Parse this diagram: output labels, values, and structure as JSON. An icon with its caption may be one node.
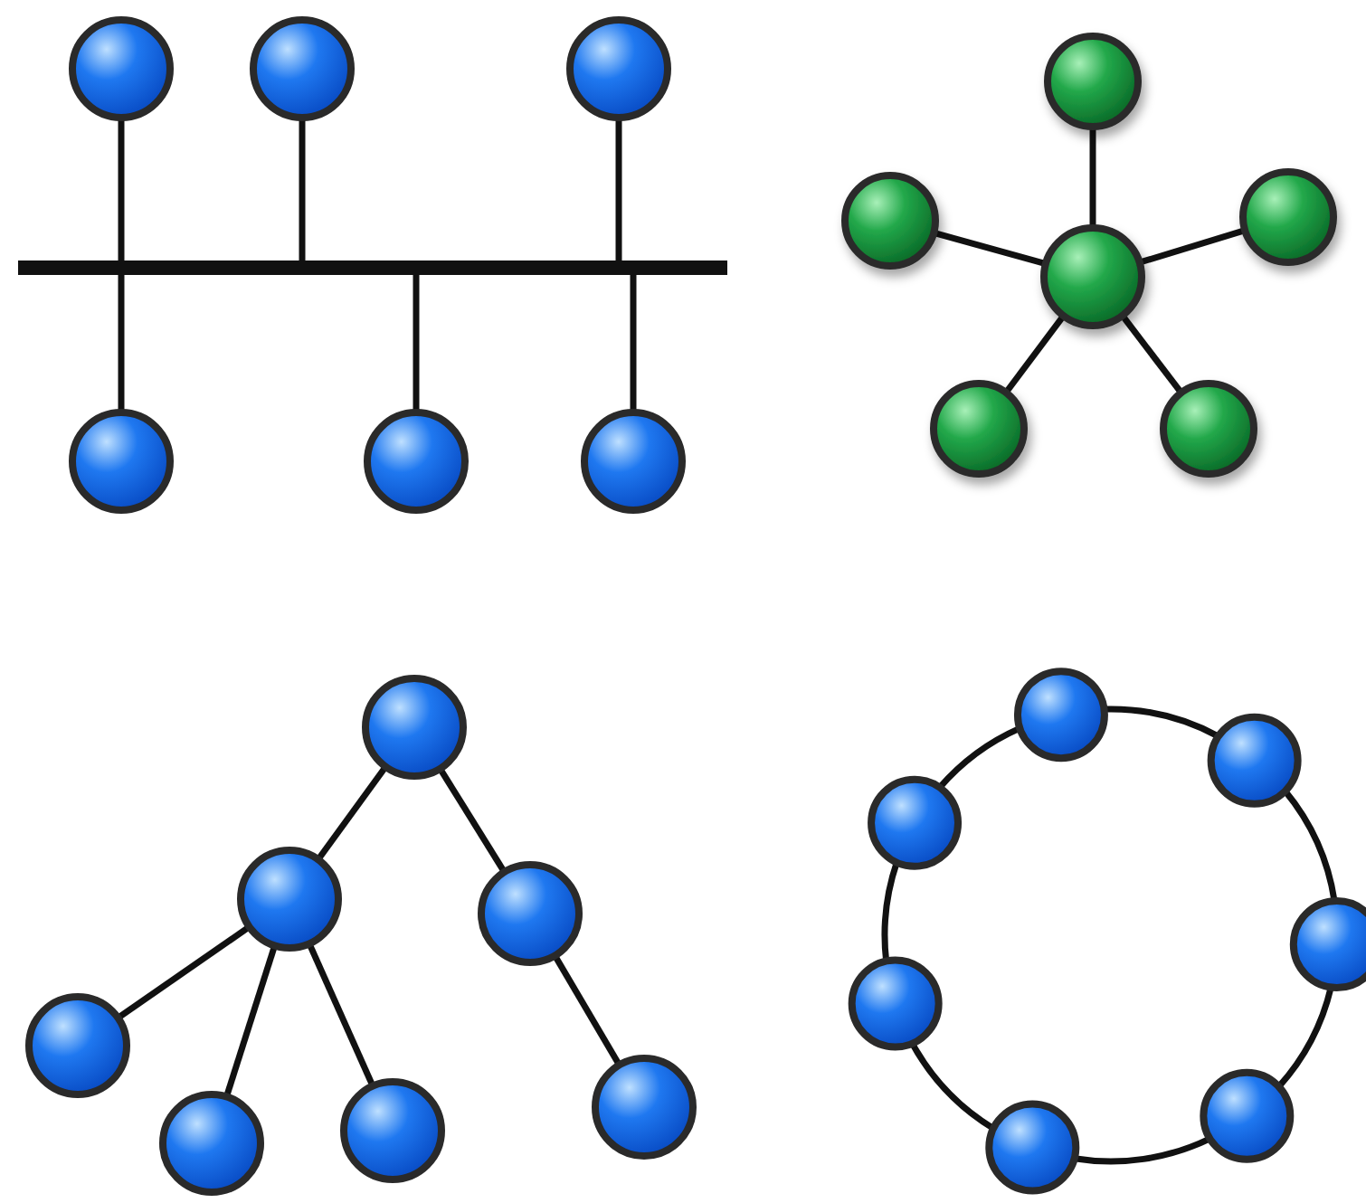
{
  "diagram": {
    "nodes": [
      {
        "text": [],
        "shape": "circle"
      },
      {
        "text": [],
        "shape": "circle"
      },
      {
        "text": [],
        "shape": "circle"
      },
      {
        "text": [],
        "shape": "bar"
      },
      {
        "text": [],
        "shape": "circle"
      },
      {
        "text": [],
        "shape": "circle"
      },
      {
        "text": [],
        "shape": "circle"
      },
      {
        "text": [],
        "shape": "circle"
      },
      {
        "text": [],
        "shape": "circle"
      },
      {
        "text": [],
        "shape": "circle"
      },
      {
        "text": [],
        "shape": "circle"
      },
      {
        "text": [],
        "shape": "circle"
      },
      {
        "text": [],
        "shape": "circle"
      },
      {
        "text": [],
        "shape": "circle"
      },
      {
        "text": [],
        "shape": "circle"
      },
      {
        "text": [],
        "shape": "circle"
      },
      {
        "text": [],
        "shape": "circle"
      },
      {
        "text": [],
        "shape": "circle"
      },
      {
        "text": [],
        "shape": "circle"
      },
      {
        "text": [],
        "shape": "circle"
      },
      {
        "text": [],
        "shape": "circle"
      },
      {
        "text": [],
        "shape": "circle"
      },
      {
        "text": [],
        "shape": "circle"
      },
      {
        "text": [],
        "shape": "circle"
      },
      {
        "text": [],
        "shape": "circle"
      },
      {
        "text": [],
        "shape": "circle"
      },
      {
        "text": [],
        "shape": "circle"
      }
    ],
    "edges": [
      {
        "from": 0,
        "to": 3,
        "arrow": "none"
      },
      {
        "from": 1,
        "to": 3,
        "arrow": "none"
      },
      {
        "from": 2,
        "to": 3,
        "arrow": "none"
      },
      {
        "from": 3,
        "to": 4,
        "arrow": "none"
      },
      {
        "from": 3,
        "to": 5,
        "arrow": "none"
      },
      {
        "from": 3,
        "to": 6,
        "arrow": "none"
      },
      {
        "from": 7,
        "to": 8,
        "arrow": "none"
      },
      {
        "from": 7,
        "to": 9,
        "arrow": "none"
      },
      {
        "from": 7,
        "to": 10,
        "arrow": "none"
      },
      {
        "from": 7,
        "to": 11,
        "arrow": "none"
      },
      {
        "from": 7,
        "to": 12,
        "arrow": "none"
      },
      {
        "from": 13,
        "to": 14,
        "arrow": "none"
      },
      {
        "from": 13,
        "to": 15,
        "arrow": "none"
      },
      {
        "from": 14,
        "to": 16,
        "arrow": "none"
      },
      {
        "from": 14,
        "to": 17,
        "arrow": "none"
      },
      {
        "from": 14,
        "to": 18,
        "arrow": "none"
      },
      {
        "from": 15,
        "to": 19,
        "arrow": "none"
      },
      {
        "from": 20,
        "to": 21,
        "arrow": "none"
      },
      {
        "from": 21,
        "to": 22,
        "arrow": "none"
      },
      {
        "from": 22,
        "to": 23,
        "arrow": "none"
      },
      {
        "from": 23,
        "to": 24,
        "arrow": "none"
      },
      {
        "from": 24,
        "to": 25,
        "arrow": "none"
      },
      {
        "from": 25,
        "to": 26,
        "arrow": "none"
      },
      {
        "from": 26,
        "to": 20,
        "arrow": "none"
      }
    ]
  }
}
